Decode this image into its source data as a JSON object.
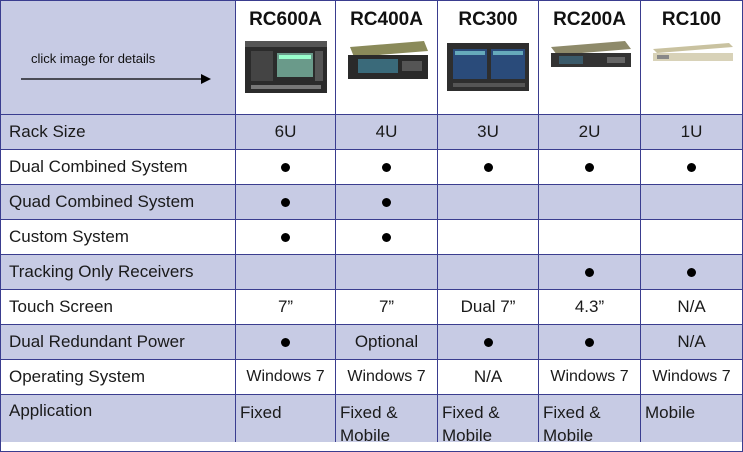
{
  "header": {
    "hint": "click image for details",
    "models": [
      "RC600A",
      "RC400A",
      "RC300",
      "RC200A",
      "RC100"
    ]
  },
  "rows": [
    {
      "label": "Rack Size",
      "shaded": true,
      "values": [
        "6U",
        "4U",
        "3U",
        "2U",
        "1U"
      ]
    },
    {
      "label": "Dual Combined System",
      "shaded": false,
      "values": [
        "•",
        "•",
        "•",
        "•",
        "•"
      ]
    },
    {
      "label": "Quad Combined System",
      "shaded": true,
      "values": [
        "•",
        "•",
        "",
        "",
        ""
      ]
    },
    {
      "label": "Custom System",
      "shaded": false,
      "values": [
        "•",
        "•",
        "",
        "",
        ""
      ]
    },
    {
      "label": "Tracking Only Receivers",
      "shaded": true,
      "values": [
        "",
        "",
        "",
        "•",
        "•"
      ]
    },
    {
      "label": "Touch Screen",
      "shaded": false,
      "values": [
        "7”",
        "7”",
        "Dual 7”",
        "4.3”",
        "N/A"
      ]
    },
    {
      "label": "Dual Redundant Power",
      "shaded": true,
      "values": [
        "•",
        "Optional",
        "•",
        "•",
        "N/A"
      ]
    },
    {
      "label": "Operating System",
      "shaded": false,
      "values": [
        "Windows 7",
        "Windows 7",
        "N/A",
        "Windows 7",
        "Windows 7"
      ]
    },
    {
      "label": "Application",
      "shaded": true,
      "values": [
        "Fixed",
        "Fixed & Mobile",
        "Fixed & Mobile",
        "Fixed & Mobile",
        "Mobile"
      ]
    }
  ],
  "colors": {
    "shade": "#c7cbe4",
    "border": "#3a3d8f"
  }
}
